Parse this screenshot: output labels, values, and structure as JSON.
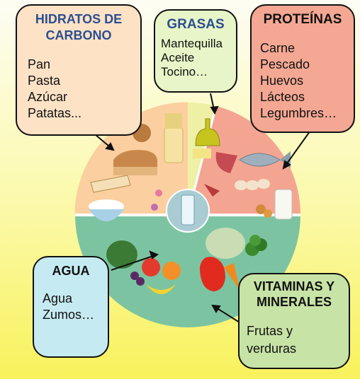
{
  "categories": {
    "carbs": {
      "title_line1": "HIDRATOS DE",
      "title_line2": "CARBONO",
      "items": [
        "Pan",
        "Pasta",
        "Azúcar",
        "Patatas..."
      ],
      "color": "#fbcf9f"
    },
    "fats": {
      "title": "GRASAS",
      "items": [
        "Mantequilla",
        "Aceite",
        "Tocino…"
      ],
      "color": "#eef0a6"
    },
    "proteins": {
      "title": "PROTEÍNAS",
      "items": [
        "Carne",
        "Pescado",
        "Huevos",
        "Lácteos",
        "Legumbres…"
      ],
      "color": "#f3a592"
    },
    "water": {
      "title": "AGUA",
      "items": [
        "Agua",
        "Zumos…"
      ],
      "color": "#a9ccd3"
    },
    "veg": {
      "title_line1": "VITAMINAS Y",
      "title_line2": "MINERALES",
      "items": [
        "Frutas y",
        "verduras"
      ],
      "color": "#7cc4a1"
    }
  }
}
